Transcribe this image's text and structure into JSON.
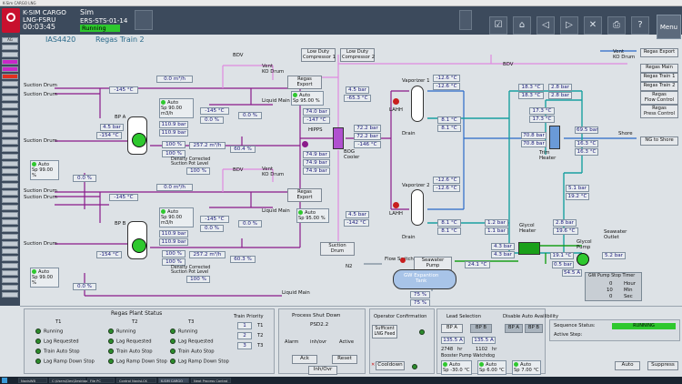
{
  "window_title": "K-Sim CARGO LNG",
  "header": {
    "product": "K-SIM CARGO",
    "product2": "LNG-FSRU",
    "clock": "00:03:45",
    "mode": "Sim",
    "scenario": "ERS-STS-01-14",
    "status": "Running",
    "menu_label": "Menu"
  },
  "page": {
    "id": "IAS4420",
    "title": "Regas Train 2"
  },
  "leftbar": {
    "items": [
      "AG",
      "",
      "",
      "",
      "",
      "",
      "",
      "",
      "",
      "",
      "",
      "",
      "",
      "",
      "",
      "",
      "",
      "",
      "",
      ""
    ]
  },
  "labels": {
    "suction_drum": "Suction Drum",
    "bdv": "BDV",
    "vent_ko": "Vent\nKO Drum",
    "regas_export": "Regas Export",
    "liquid_main": "Liquid Main",
    "bp_a": "BP A",
    "bp_b": "BP B",
    "density": "Density Corrected\nSuction Pot Level",
    "hipps": "HIPPS",
    "bog_cooler": "BOG\nCooler",
    "vap1": "Vaporizer 1",
    "vap2": "Vaporizer 2",
    "lahh": "LAHH",
    "drain": "Drain",
    "trim_heater": "Trim\nHeater",
    "glycol_heater": "Glycol\nHeater",
    "glycol_pump": "Glycol\nPump",
    "seawater_outlet": "Seawater\nOutlet",
    "seawater_pump": "Seawater Pump",
    "flow_switch": "Flow Switch",
    "n2": "N2",
    "gw_tank": "GW Expantion\nTank",
    "shore": "Shore",
    "ng_to_shore": "NG to Shore",
    "gw_timer_title": "GW Pump Stop Timer",
    "hour": "Hour",
    "min": "Min",
    "sec": "Sec",
    "auto": "Auto",
    "sp": "Sp"
  },
  "buttons": {
    "ldc1": "Low Duty\nCompressor 1",
    "ldc2": "Low Duty\nCompressor 2",
    "regas_export": "Regas Export",
    "regas_main": "Regas Main",
    "regas_train1": "Regas Train 1",
    "regas_train2": "Regas Train 2",
    "regas_flow": "Regas\nFlow Control",
    "regas_press": "Regas\nPress Control"
  },
  "values": {
    "flow_top": "0.0 m³/h",
    "t_top": "-145 °C",
    "p_a1": "4.5 bar",
    "t_a1": "-154 °C",
    "p_a2": "110.9 bar",
    "p_a3": "110.9 bar",
    "pct_a1": "100 %",
    "pct_a2": "100 %",
    "flow_a": "257.2 m³/h",
    "pct_a3": "100 %",
    "t_a2": "-145 °C",
    "pct_a4": "0.0 %",
    "pct_a5": "0.0 %",
    "pct_a6": "60.4 %",
    "sp_a": "90.00 m3/h",
    "sp_left1": "99.00 %",
    "pct_left1": "0.0 %",
    "flow_mid": "0.0 m³/h",
    "t_mid": "-145 °C",
    "p_b1": "110.9 bar",
    "p_b2": "110.9 bar",
    "t_b1": "-154 °C",
    "pct_b1": "100 %",
    "pct_b2": "100 %",
    "flow_b": "257.2 m³/h",
    "pct_b3": "100 %",
    "t_b2": "-145 °C",
    "pct_b4": "0.0 %",
    "pct_b5": "0.0 %",
    "pct_b6": "60.3 %",
    "sp_b": "90.00 m3/h",
    "sp_left2": "99.00 %",
    "pct_left2": "0.0 %",
    "sp_bdv1": "95.00 %",
    "p_h1": "74.0 bar",
    "t_h1": "-147 °C",
    "p_h2": "74.9 bar",
    "p_h3": "74.9 bar",
    "p_h4": "74.9 bar",
    "p_c1": "72.2 bar",
    "p_c2": "72.2 bar",
    "t_c1": "-146 °C",
    "p_bog": "4.5 bar",
    "t_bog": "-65.3 °C",
    "sp_bdv2": "95.00 %",
    "p_bog2": "4.5 bar",
    "t_bog2": "-142 °C",
    "t_v1a": "-12.6 °C",
    "t_v1b": "-12.6 °C",
    "t_v1c": "8.1 °C",
    "t_v1d": "8.1 °C",
    "t_v2a": "-12.6 °C",
    "t_v2b": "-12.6 °C",
    "t_v2c": "8.1 °C",
    "t_v2d": "8.1 °C",
    "t_r1": "18.3 °C",
    "t_r2": "18.3 °C",
    "p_r1": "2.8 bar",
    "p_r2": "2.8 bar",
    "t_r3": "17.3 °C",
    "t_r4": "17.3 °C",
    "p_r3": "70.8 bar",
    "p_r4": "70.8 bar",
    "p_r5": "69.5 bar",
    "t_r5": "16.3 °C",
    "t_r6": "16.3 °C",
    "p_r6": "5.1 bar",
    "t_r7": "19.2 °C",
    "p_g1": "1.2 bar",
    "p_g2": "1.1 bar",
    "p_g3": "2.8 bar",
    "t_g1": "19.6 °C",
    "p_sw1": "4.3 bar",
    "p_sw2": "4.3 bar",
    "t_sw": "24.1 °C",
    "t_gp": "19.1 °C",
    "p_gp": "0.5 bar",
    "a_gp": "54.5 A",
    "p_gp2": "5.2 bar",
    "lvl1": "75 %",
    "lvl2": "75 %",
    "timer_h": "0",
    "timer_m": "10",
    "timer_s": "0"
  },
  "bottom": {
    "status_title": "Regas Plant Status",
    "t1": "T1",
    "t2": "T2",
    "t3": "T3",
    "rows": [
      "Running",
      "Lag Requested",
      "Train Auto Stop",
      "Lag Ramp Down Stop"
    ],
    "train_priority": "Train Priority",
    "tp": [
      "1",
      "2",
      "3"
    ],
    "tp_labels": [
      "T1",
      "T2",
      "T3"
    ],
    "psd_title": "Process Shut Down",
    "psd_name": "PSD2.2",
    "alarm": "Alarm",
    "inhovr": "inh/ovr",
    "active": "Active",
    "ack": "Ack",
    "reset": "Reset",
    "inhovr_btn": "Inh/Ovr",
    "op_conf": "Operator Confirmation",
    "sufficient": "Sufficent\nLNG Feed",
    "cooldown": "Cooldown",
    "lead_sel": "Lead Selection",
    "bp_a": "BP A",
    "bp_b": "BP B",
    "amp1": "135.5 A",
    "amp2": "135.5 A",
    "hr1": "2748",
    "hr2": "1102",
    "hr_unit": "hr",
    "watchdog": "Booster Pump Watchdog",
    "disable_auto": "Disable Auto Availibility",
    "dbp_a": "BP A",
    "dbp_b": "BP B",
    "sp1": "-30.0 °C",
    "sp2": "6.00 °C",
    "sp3": "7.00 °C",
    "seq_status": "Sequence Status:",
    "seq_val": "RUNNING",
    "active_step": "Active Step:",
    "auto_btn": "Auto",
    "suppress": "Suppress"
  },
  "taskbar": [
    "NavisWB Status",
    "C:\\Users\\Dev\\Desktop",
    "File PC",
    "Control NavisLCK LabV",
    "K-SIM CARGO",
    "Neat Process Control"
  ]
}
